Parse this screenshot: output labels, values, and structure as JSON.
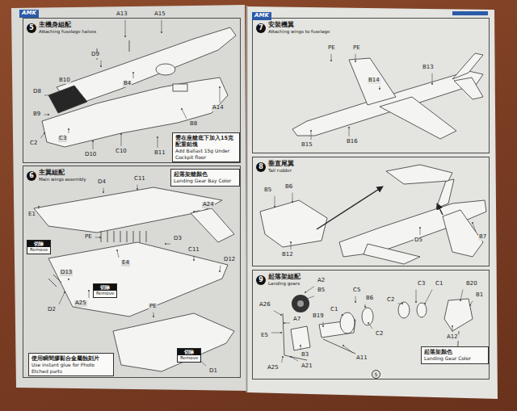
{
  "diagram": {
    "nodes": [
      {
        "text": [
          "5",
          "主機身組配",
          "Attaching fuselage halves"
        ]
      },
      {
        "text": [
          "需在座艙底下加入15克配重鉛塊",
          "Add Ballast 15g Under Cockpit floor"
        ],
        "in": 0
      },
      {
        "text": [
          "6",
          "主翼組配",
          "Main wings assembly"
        ]
      },
      {
        "text": [
          "起落架艙顏色",
          "Landing Gear Bay Color"
        ],
        "in": 2
      },
      {
        "text": [
          "切除",
          "Remove"
        ],
        "in": 2
      },
      {
        "text": [
          "切除",
          "Remove"
        ],
        "in": 2
      },
      {
        "text": [
          "切除",
          "Remove"
        ],
        "in": 2
      },
      {
        "text": [
          "使用瞬間膠黏合金屬蝕刻片",
          "Use instant glue for Photo Etched parts"
        ],
        "in": 2
      },
      {
        "text": [
          "7",
          "安裝機翼",
          "Attaching wings to fuselage"
        ]
      },
      {
        "text": [
          "8",
          "垂直尾翼",
          "Tail rudder"
        ]
      },
      {
        "text": [
          "9",
          "起落架組配",
          "Landing gears"
        ]
      },
      {
        "text": [
          "起落架顏色",
          "Landing Gear Color"
        ],
        "in": 10
      }
    ],
    "labels": [
      "AMK",
      "AMK",
      "A13",
      "A15",
      "D9",
      "B10",
      "B4",
      "D8",
      "B9",
      "C2",
      "C3",
      "D10",
      "C10",
      "B11",
      "B8",
      "A14",
      "D4",
      "C11",
      "A24",
      "E1",
      "PE",
      "D3",
      "E4",
      "C11",
      "D12",
      "D13",
      "D2",
      "A25",
      "PE",
      "D1",
      "PE",
      "PE",
      "B14",
      "B13",
      "B15",
      "B16",
      "B5",
      "B6",
      "B12",
      "D5",
      "B7",
      "A2",
      "B5",
      "C5",
      "B6",
      "C3",
      "C1",
      "B20",
      "B1",
      "C2",
      "C1",
      "C2",
      "A26",
      "A7",
      "B19",
      "E5",
      "B3",
      "A21",
      "A25",
      "A11",
      "A12",
      "5"
    ]
  }
}
